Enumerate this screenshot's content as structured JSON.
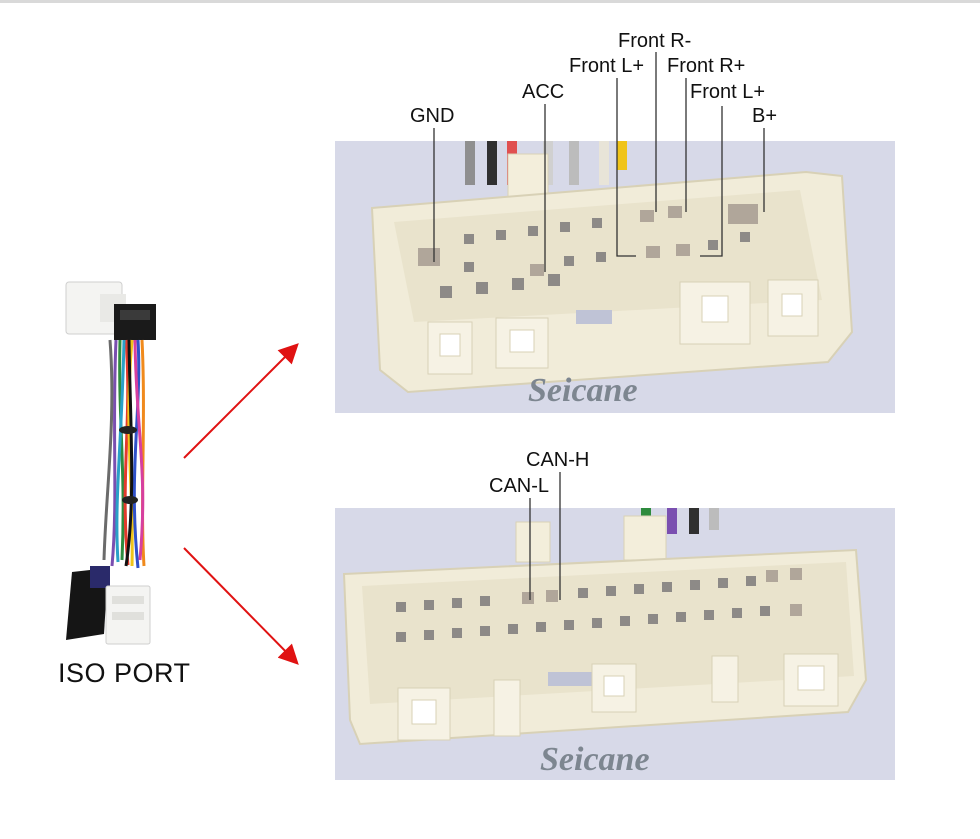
{
  "colors": {
    "panel_bg": "#d7d9e8",
    "connector": "#f1ecd9",
    "connector_shade": "#d8d1b6",
    "cavity": "#8d8a87",
    "pin": "#c89888",
    "arrow": "#e01212",
    "watermark": "#7d8690"
  },
  "harness": {
    "label": "ISO PORT"
  },
  "top_connector": {
    "watermark": "Seicane",
    "pins": {
      "gnd": "GND",
      "acc": "ACC",
      "front_l_plus_a": "Front L+",
      "front_r_minus": "Front R-",
      "front_r_plus": "Front R+",
      "front_l_plus_b": "Front L+",
      "b_plus": "B+"
    }
  },
  "bottom_connector": {
    "watermark": "Seicane",
    "pins": {
      "can_h": "CAN-H",
      "can_l": "CAN-L"
    }
  }
}
